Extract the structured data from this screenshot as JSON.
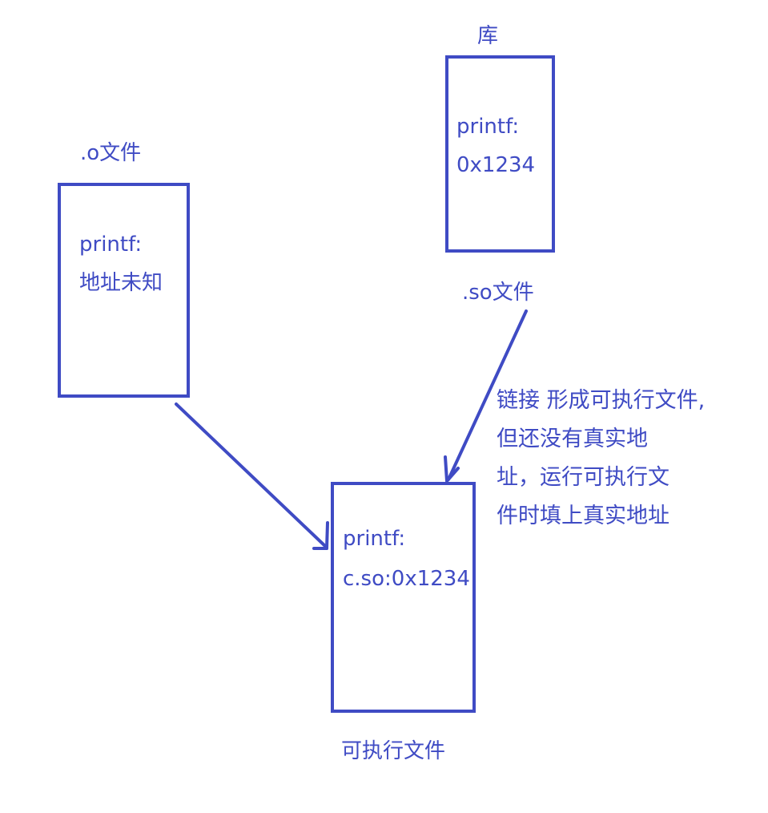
{
  "library_box": {
    "caption": "库",
    "lines": [
      "printf:",
      "0x1234"
    ],
    "file_label": ".so文件"
  },
  "object_box": {
    "caption": ".o文件",
    "lines": [
      "printf:",
      "地址未知"
    ]
  },
  "executable_box": {
    "lines": [
      "printf:",
      "c.so:0x1234"
    ],
    "file_label": "可执行文件"
  },
  "note": {
    "lines": [
      "链接 形成可执行文件,",
      "但还没有真实地",
      "址，运行可执行文",
      "件时填上真实地址"
    ]
  },
  "colors": {
    "ink": "#3f4bc4",
    "background": "#ffffff"
  }
}
